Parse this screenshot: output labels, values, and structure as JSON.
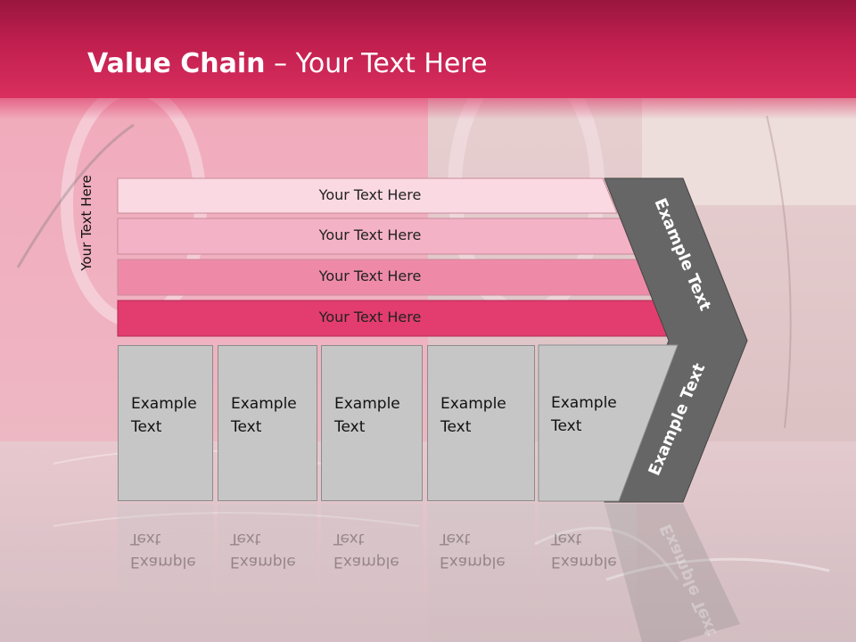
{
  "slide": {
    "title_bold": "Value Chain",
    "title_rest": " – Your Text Here",
    "vertical_label": "Your Text Here",
    "bars": [
      {
        "label": "Your Text Here",
        "color": "#fad9e3"
      },
      {
        "label": "Your Text Here",
        "color": "#f4b2c6"
      },
      {
        "label": "Your Text Here",
        "color": "#ee8aa8"
      },
      {
        "label": "Your Text Here",
        "color": "#e23d6e"
      }
    ],
    "columns": [
      {
        "line1": "Example",
        "line2": "Text"
      },
      {
        "line1": "Example",
        "line2": "Text"
      },
      {
        "line1": "Example",
        "line2": "Text"
      },
      {
        "line1": "Example",
        "line2": "Text"
      },
      {
        "line1": "Example",
        "line2": "Text"
      }
    ],
    "chevron_top_label": "Example Text",
    "chevron_bottom_label": "Example Text",
    "colors": {
      "header": "#c11f4f",
      "chevron": "#666666",
      "column": "#c6c6c6"
    }
  }
}
